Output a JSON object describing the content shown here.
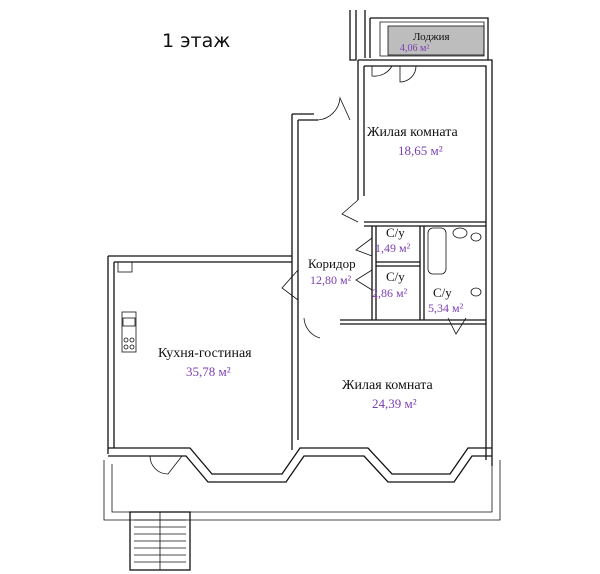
{
  "floor_label": "1 этаж",
  "colors": {
    "area_text": "#7b3fb5",
    "loggia_fill": "#bdbdbd",
    "line": "#111111"
  },
  "rooms": {
    "loggia": {
      "name": "Лоджия",
      "area": "4,06 м²"
    },
    "living_room_1": {
      "name": "Жилая комната",
      "area": "18,65 м²"
    },
    "bathroom_1": {
      "name": "С/у",
      "area": "1,49 м²"
    },
    "corridor": {
      "name": "Коридор",
      "area": "12,80 м²"
    },
    "bathroom_2": {
      "name": "С/у",
      "area": "2,86 м²"
    },
    "bathroom_3": {
      "name": "С/у",
      "area": "5,34 м²"
    },
    "kitchen_living": {
      "name": "Кухня-гостиная",
      "area": "35,78 м²"
    },
    "living_room_2": {
      "name": "Жилая комната",
      "area": "24,39 м²"
    }
  }
}
